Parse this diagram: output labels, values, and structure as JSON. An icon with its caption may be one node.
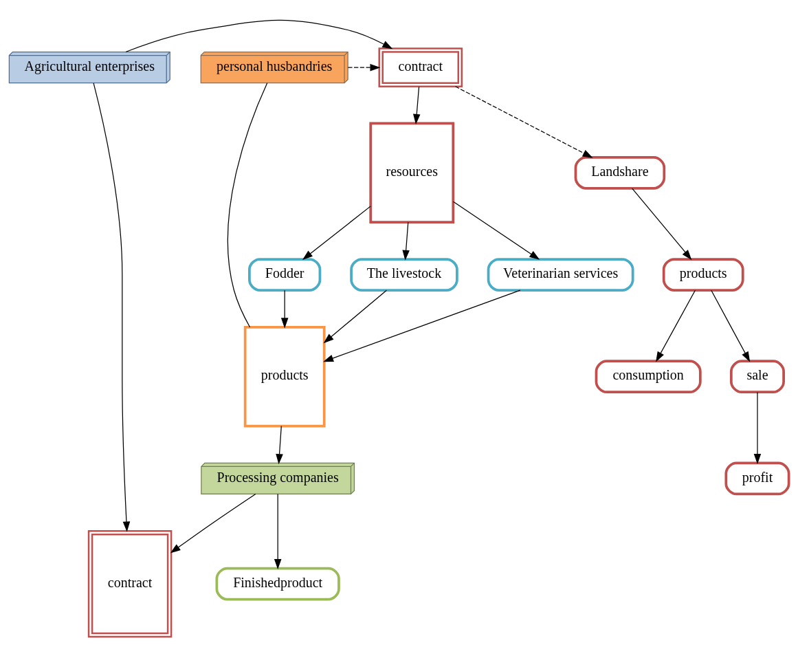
{
  "diagram": {
    "nodes": [
      {
        "text": [
          "Agricultural enterprises"
        ]
      },
      {
        "text": [
          "contract"
        ]
      },
      {
        "text": [
          "personal husbandries"
        ]
      },
      {
        "text": [
          "Landshare"
        ]
      },
      {
        "text": [
          "products"
        ]
      },
      {
        "text": [
          "contract"
        ]
      },
      {
        "text": [
          "resources"
        ]
      },
      {
        "text": [
          "Fodder"
        ]
      },
      {
        "text": [
          "The livestock"
        ]
      },
      {
        "text": [
          "Veterinarian services"
        ]
      },
      {
        "text": [
          "products"
        ]
      },
      {
        "text": [
          "consumption"
        ]
      },
      {
        "text": [
          "sale"
        ]
      },
      {
        "text": [
          "profit"
        ]
      },
      {
        "text": [
          "Processing companies"
        ]
      },
      {
        "text": [
          "Finishedproduct"
        ]
      }
    ],
    "edges": [
      {
        "from": 0,
        "to": 1,
        "arrow": "to"
      },
      {
        "from": 2,
        "to": 1,
        "arrow": "to",
        "style": "dashed"
      },
      {
        "from": 0,
        "to": 5,
        "arrow": "to"
      },
      {
        "from": 1,
        "to": 3,
        "arrow": "to",
        "style": "dashed"
      },
      {
        "from": 1,
        "to": 6,
        "arrow": "to"
      },
      {
        "from": 3,
        "to": 4,
        "arrow": "to"
      },
      {
        "from": 4,
        "to": 12,
        "arrow": "to"
      },
      {
        "from": 4,
        "to": 11,
        "arrow": "to"
      },
      {
        "from": 12,
        "to": 13,
        "arrow": "to"
      },
      {
        "from": 6,
        "to": 7,
        "arrow": "to"
      },
      {
        "from": 6,
        "to": 8,
        "arrow": "to"
      },
      {
        "from": 6,
        "to": 9,
        "arrow": "to"
      },
      {
        "from": 7,
        "to": 10,
        "arrow": "to"
      },
      {
        "from": 8,
        "to": 10,
        "arrow": "to"
      },
      {
        "from": 9,
        "to": 10,
        "arrow": "to"
      },
      {
        "from": 10,
        "to": 2,
        "arrow": "none"
      },
      {
        "from": 10,
        "to": 14,
        "arrow": "to"
      },
      {
        "from": 14,
        "to": 5,
        "arrow": "to"
      },
      {
        "from": 14,
        "to": 15,
        "arrow": "to"
      }
    ]
  }
}
